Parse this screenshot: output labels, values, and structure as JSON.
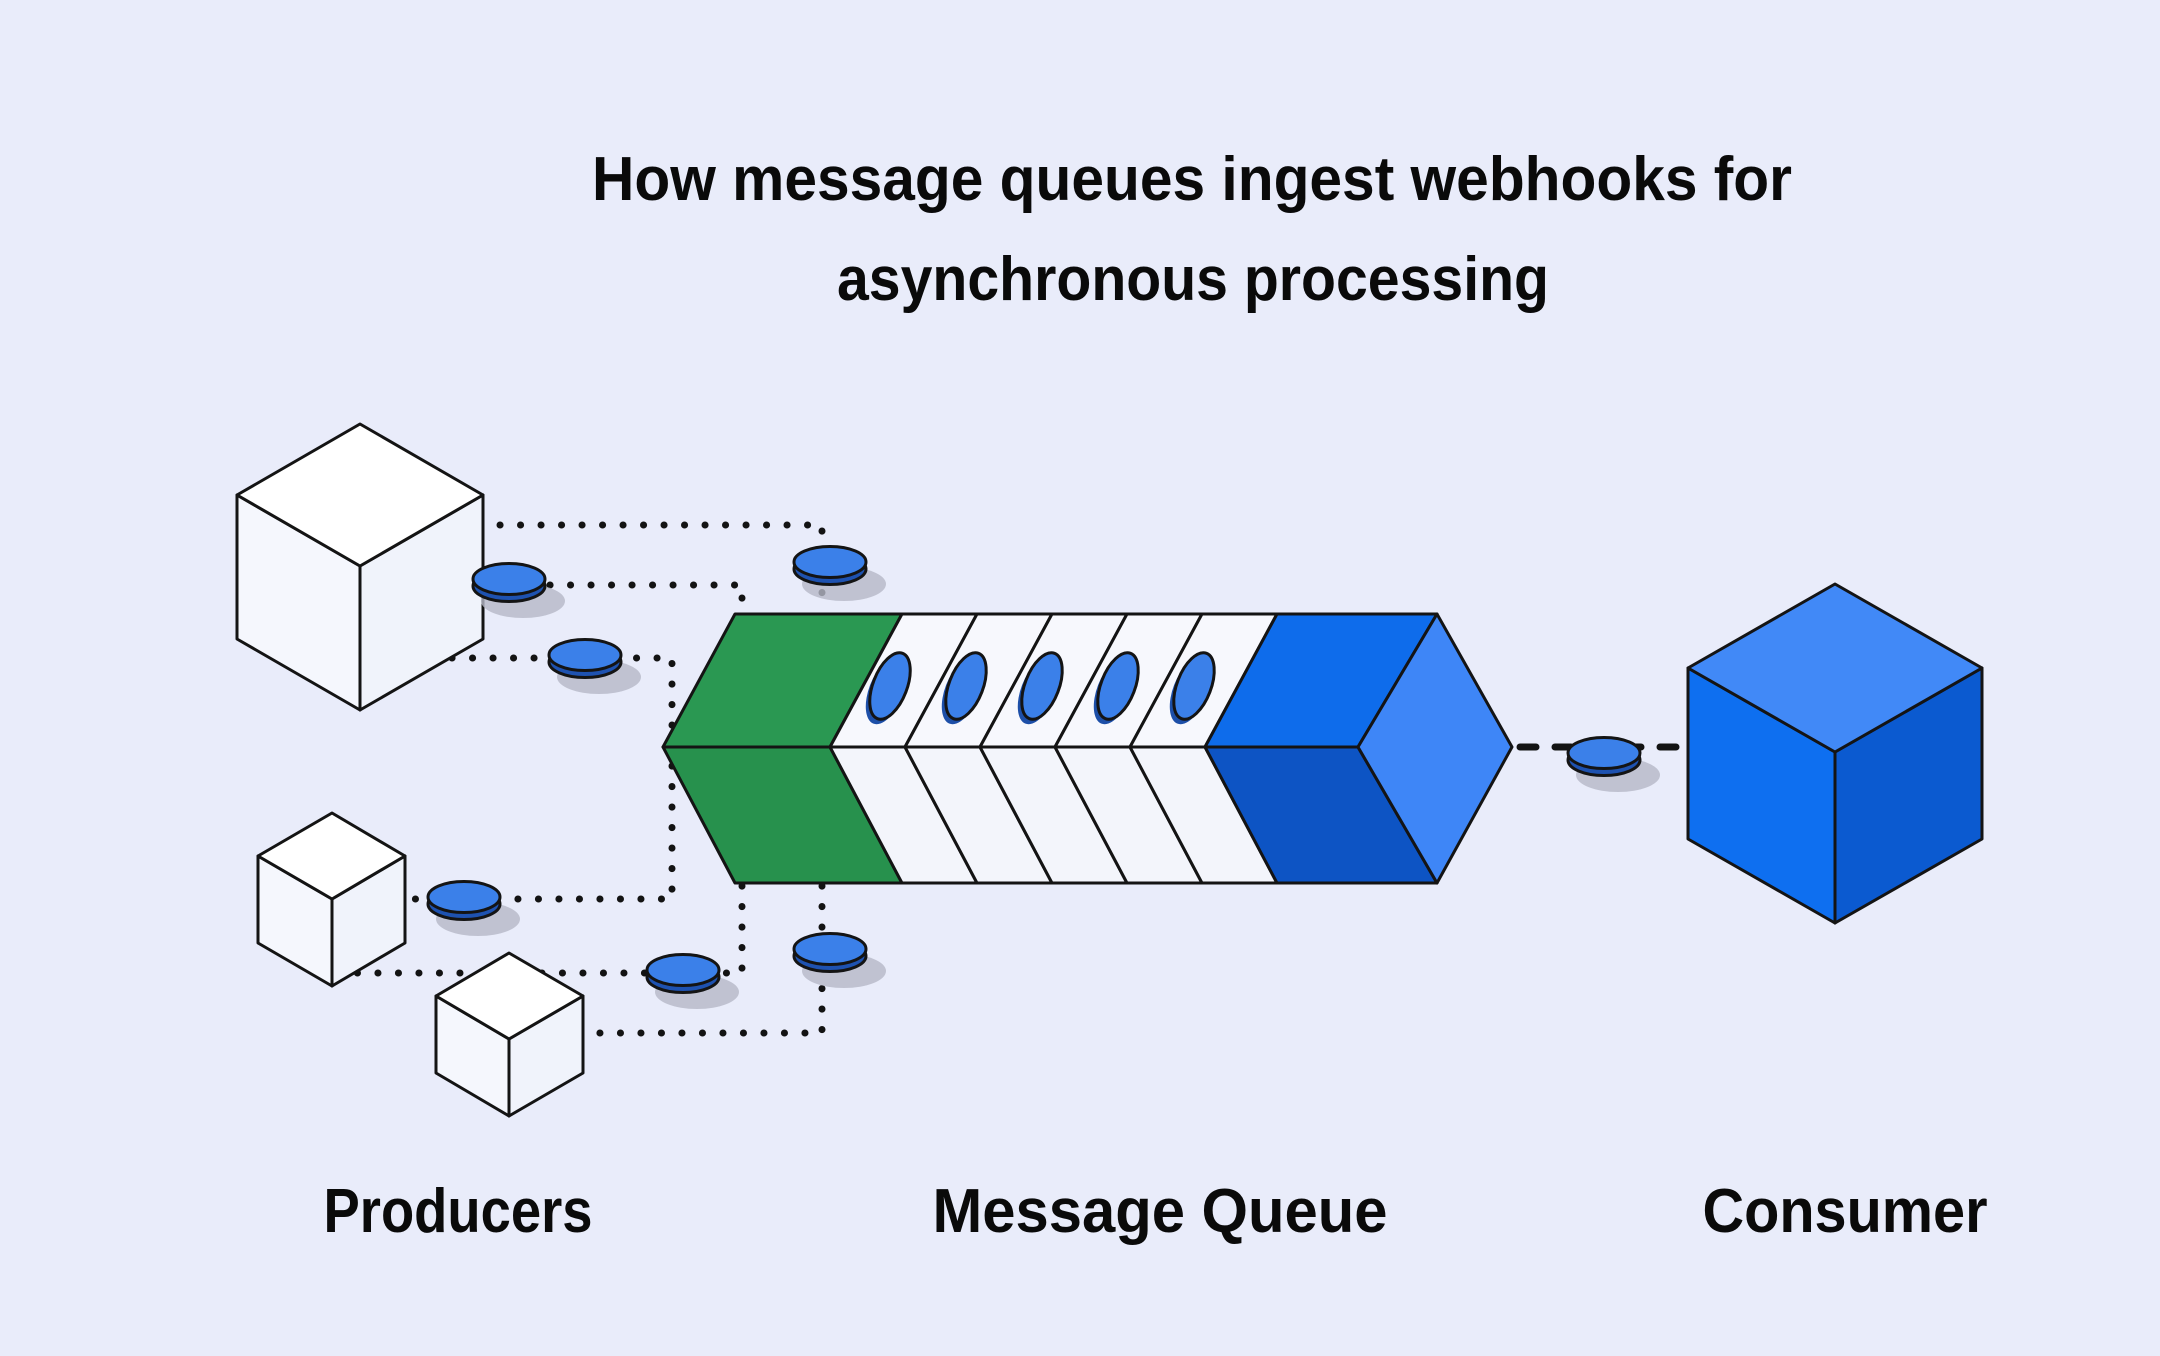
{
  "title": {
    "line1": "How message queues ingest webhooks for",
    "line2": "asynchronous processing"
  },
  "labels": {
    "producers": "Producers",
    "message_queue": "Message Queue",
    "consumer": "Consumer"
  },
  "diagram": {
    "producers_count": 3,
    "consumers_count": 1,
    "queue_slots": 5,
    "messages_in_queue": 5,
    "messages_in_flight": 7
  },
  "colors": {
    "background": "#e9ecfa",
    "outline": "#141414",
    "text": "#0a0a0a",
    "green_top": "#2a9852",
    "green_bottom": "#27914d",
    "queue_slot_top": "#f7f8fd",
    "queue_slot_bottom": "#f3f5fb",
    "blue_top": "#0e6ceb",
    "blue_bottom": "#0d54c4",
    "blue_cap": "#3e86f7",
    "message_blue": "#3b80e9",
    "message_rim": "#1e52b0",
    "message_shadow": "#b5b8c7",
    "producer_cube_top": "#ffffff",
    "producer_cube_left": "#f5f7fd",
    "producer_cube_right": "#f0f3fb",
    "consumer_cube_top": "#4189f7",
    "consumer_cube_left": "#0e6ff0",
    "consumer_cube_right": "#0b5ad0"
  }
}
